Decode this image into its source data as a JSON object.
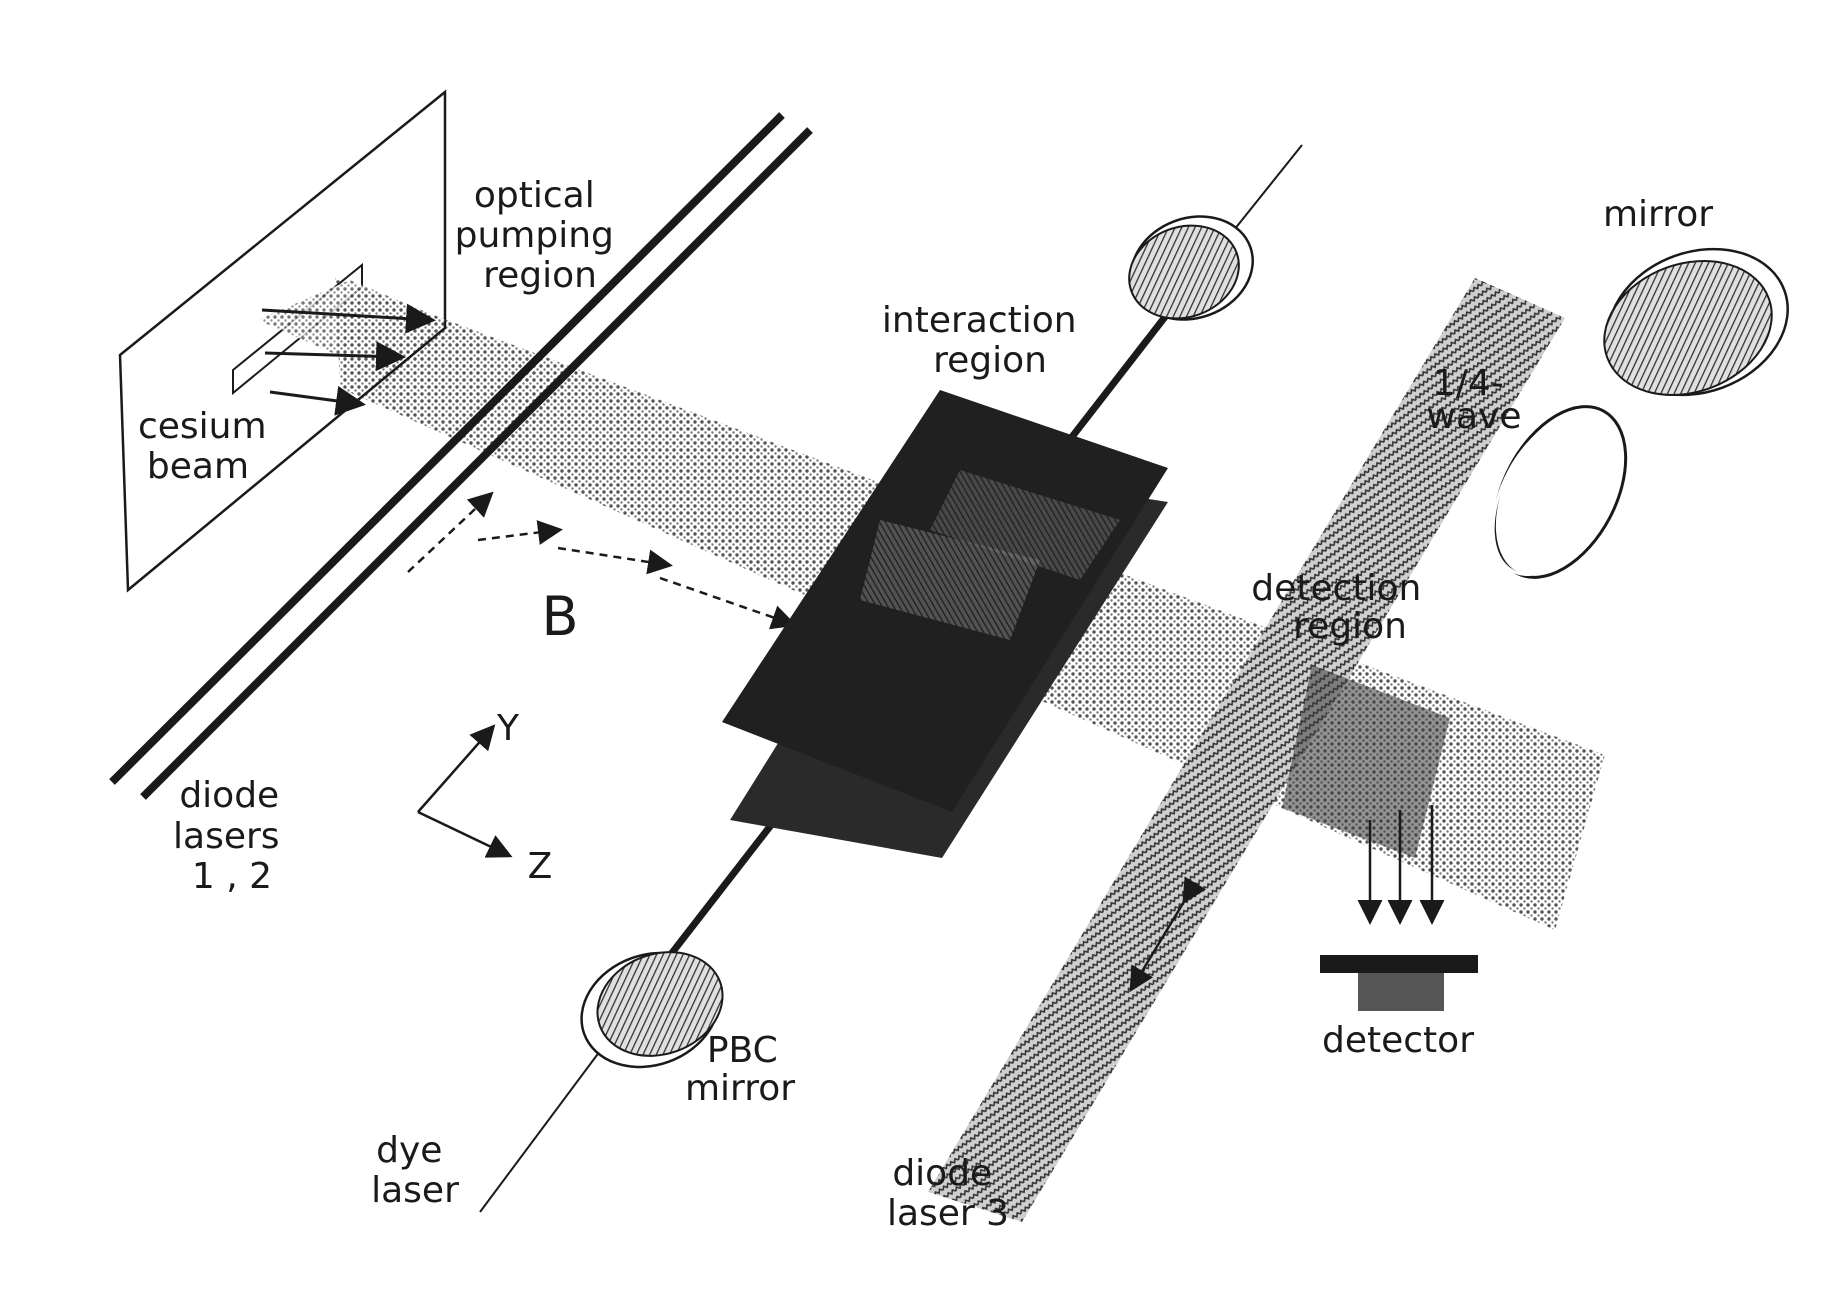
{
  "labels": {
    "optical_pumping": [
      "optical",
      "pumping",
      "region"
    ],
    "cesium_beam": [
      "cesium",
      "beam"
    ],
    "interaction_region": [
      "interaction",
      "region"
    ],
    "mirror": "mirror",
    "quarter_wave": [
      "1/4-",
      "wave"
    ],
    "detection_region": [
      "detection",
      "region"
    ],
    "b_field": "B",
    "axis_y": "Y",
    "axis_z": "Z",
    "diode_lasers_12": [
      "diode",
      "lasers",
      "1 , 2"
    ],
    "pbc_mirror": [
      "PBC",
      "mirror"
    ],
    "dye_laser": [
      "dye",
      "laser"
    ],
    "diode_laser_3": [
      "diode",
      "laser 3"
    ],
    "detector": "detector"
  },
  "colors": {
    "ink": "#1a1a1a",
    "beam_shade": "#a8a8a8",
    "plate_dark": "#202020"
  }
}
